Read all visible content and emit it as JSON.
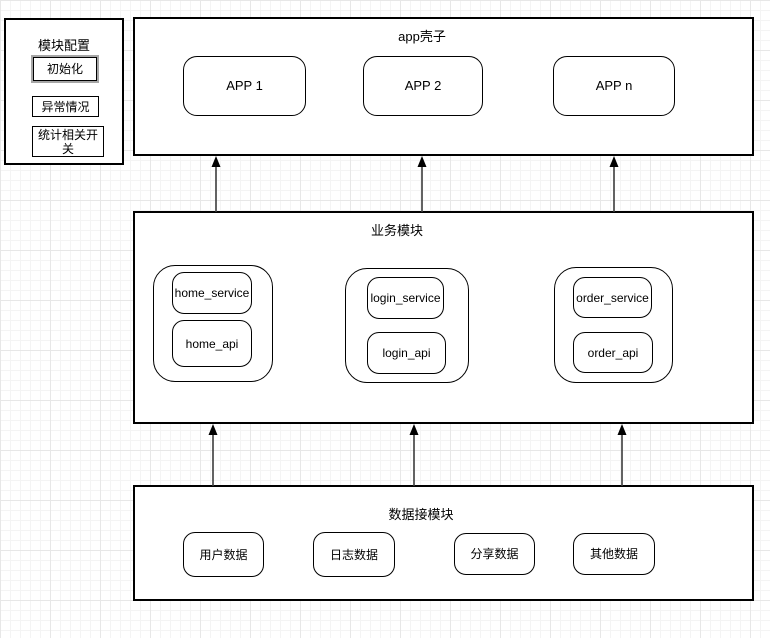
{
  "config_panel": {
    "title": "模块配置",
    "items": [
      {
        "label": "初始化",
        "selected": true
      },
      {
        "label": "异常情况",
        "selected": false
      },
      {
        "label": "统计相关开关",
        "selected": false
      }
    ]
  },
  "app_shell": {
    "title": "app壳子",
    "apps": [
      {
        "label": "APP 1"
      },
      {
        "label": "APP 2"
      },
      {
        "label": "APP n"
      }
    ]
  },
  "business_module": {
    "title": "业务模块",
    "groups": [
      {
        "items": [
          {
            "label": "home_service"
          },
          {
            "label": "home_api"
          }
        ]
      },
      {
        "items": [
          {
            "label": "login_service"
          },
          {
            "label": "login_api"
          }
        ]
      },
      {
        "items": [
          {
            "label": "order_service"
          },
          {
            "label": "order_api"
          }
        ]
      }
    ]
  },
  "data_module": {
    "title": "数据接模块",
    "items": [
      {
        "label": "用户数据"
      },
      {
        "label": "日志数据"
      },
      {
        "label": "分享数据"
      },
      {
        "label": "其他数据"
      }
    ]
  },
  "connectors": {
    "data_to_business": {
      "count": 3,
      "direction": "up"
    },
    "business_to_shell": {
      "count": 3,
      "direction": "up"
    }
  },
  "colors": {
    "shape_stroke": "#000000",
    "arrow_line": "#3c3c3c",
    "selection_outline": "#a6a6a6",
    "grid_major": "#e7e7e7",
    "grid_minor": "#f4f4f4"
  }
}
